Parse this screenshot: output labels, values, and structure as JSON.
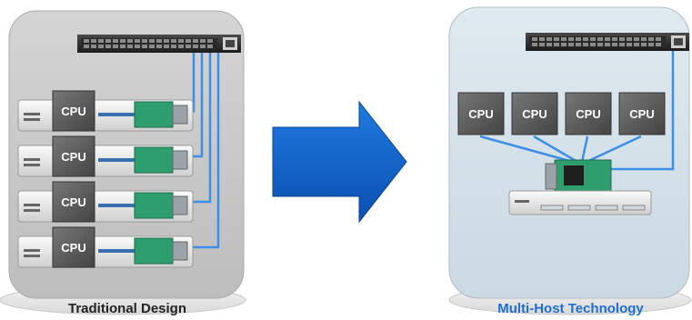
{
  "left_panel": {
    "caption": "Traditional Design",
    "cpu_labels": [
      "CPU",
      "CPU",
      "CPU",
      "CPU"
    ]
  },
  "right_panel": {
    "caption": "Multi-Host Technology",
    "cpu_labels": [
      "CPU",
      "CPU",
      "CPU",
      "CPU"
    ]
  },
  "colors": {
    "left_panel_fill": "#c9c9c9",
    "right_panel_fill": "#d6e2ea",
    "arrow": "#1565c9",
    "link_line": "#3d8ee6",
    "cpu_chip": "#5a5a5a",
    "nic_board": "#2f9e6e",
    "left_caption": "#222222",
    "right_caption": "#1f6fd0"
  },
  "icons": [
    "network-switch-icon",
    "server-icon",
    "cpu-chip-icon",
    "nic-card-icon",
    "right-arrow-icon"
  ]
}
